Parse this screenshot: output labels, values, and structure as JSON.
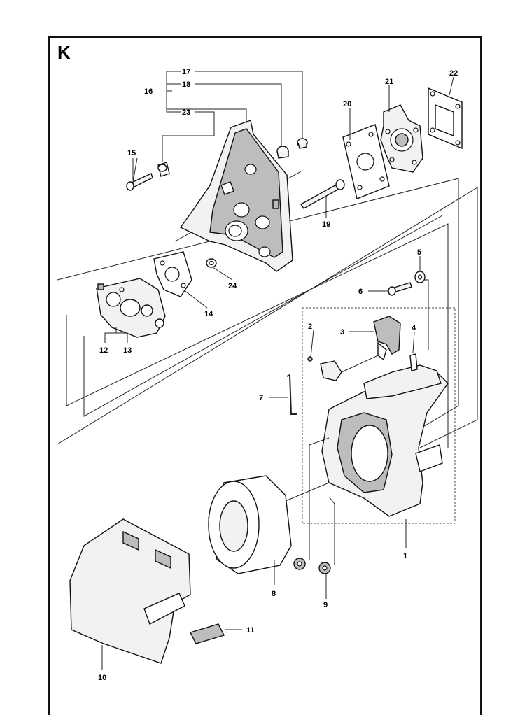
{
  "section": {
    "letter": "K"
  },
  "callouts": [
    {
      "id": "1",
      "label": "1"
    },
    {
      "id": "2",
      "label": "2"
    },
    {
      "id": "3",
      "label": "3"
    },
    {
      "id": "4",
      "label": "4"
    },
    {
      "id": "5",
      "label": "5"
    },
    {
      "id": "6",
      "label": "6"
    },
    {
      "id": "7",
      "label": "7"
    },
    {
      "id": "8",
      "label": "8"
    },
    {
      "id": "9",
      "label": "9"
    },
    {
      "id": "10",
      "label": "10"
    },
    {
      "id": "11",
      "label": "11"
    },
    {
      "id": "12",
      "label": "12"
    },
    {
      "id": "13",
      "label": "13"
    },
    {
      "id": "14",
      "label": "14"
    },
    {
      "id": "15",
      "label": "15"
    },
    {
      "id": "16",
      "label": "16"
    },
    {
      "id": "17",
      "label": "17"
    },
    {
      "id": "18",
      "label": "18"
    },
    {
      "id": "19",
      "label": "19"
    },
    {
      "id": "20",
      "label": "20"
    },
    {
      "id": "21",
      "label": "21"
    },
    {
      "id": "22",
      "label": "22"
    },
    {
      "id": "23",
      "label": "23"
    },
    {
      "id": "24",
      "label": "24"
    }
  ]
}
